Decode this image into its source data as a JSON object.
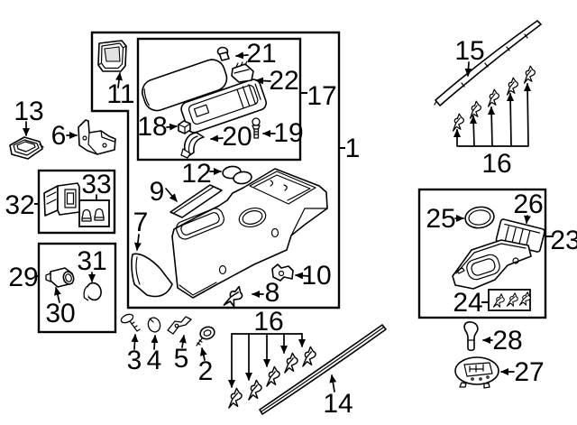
{
  "diagram": {
    "type": "exploded-parts-diagram",
    "colors": {
      "background": "#ffffff",
      "line": "#000000"
    },
    "callouts": {
      "n1": "1",
      "n2": "2",
      "n3": "3",
      "n4": "4",
      "n5": "5",
      "n6": "6",
      "n7": "7",
      "n8": "8",
      "n9": "9",
      "n10": "10",
      "n11": "11",
      "n12": "12",
      "n13": "13",
      "n14": "14",
      "n15": "15",
      "n16_bottom": "16",
      "n16_right": "16",
      "n17": "17",
      "n18": "18",
      "n19": "19",
      "n20": "20",
      "n21": "21",
      "n22": "22",
      "n23": "23",
      "n24": "24",
      "n25": "25",
      "n26": "26",
      "n27": "27",
      "n28": "28",
      "n29": "29",
      "n30": "30",
      "n31": "31",
      "n32": "32",
      "n33": "33"
    }
  }
}
